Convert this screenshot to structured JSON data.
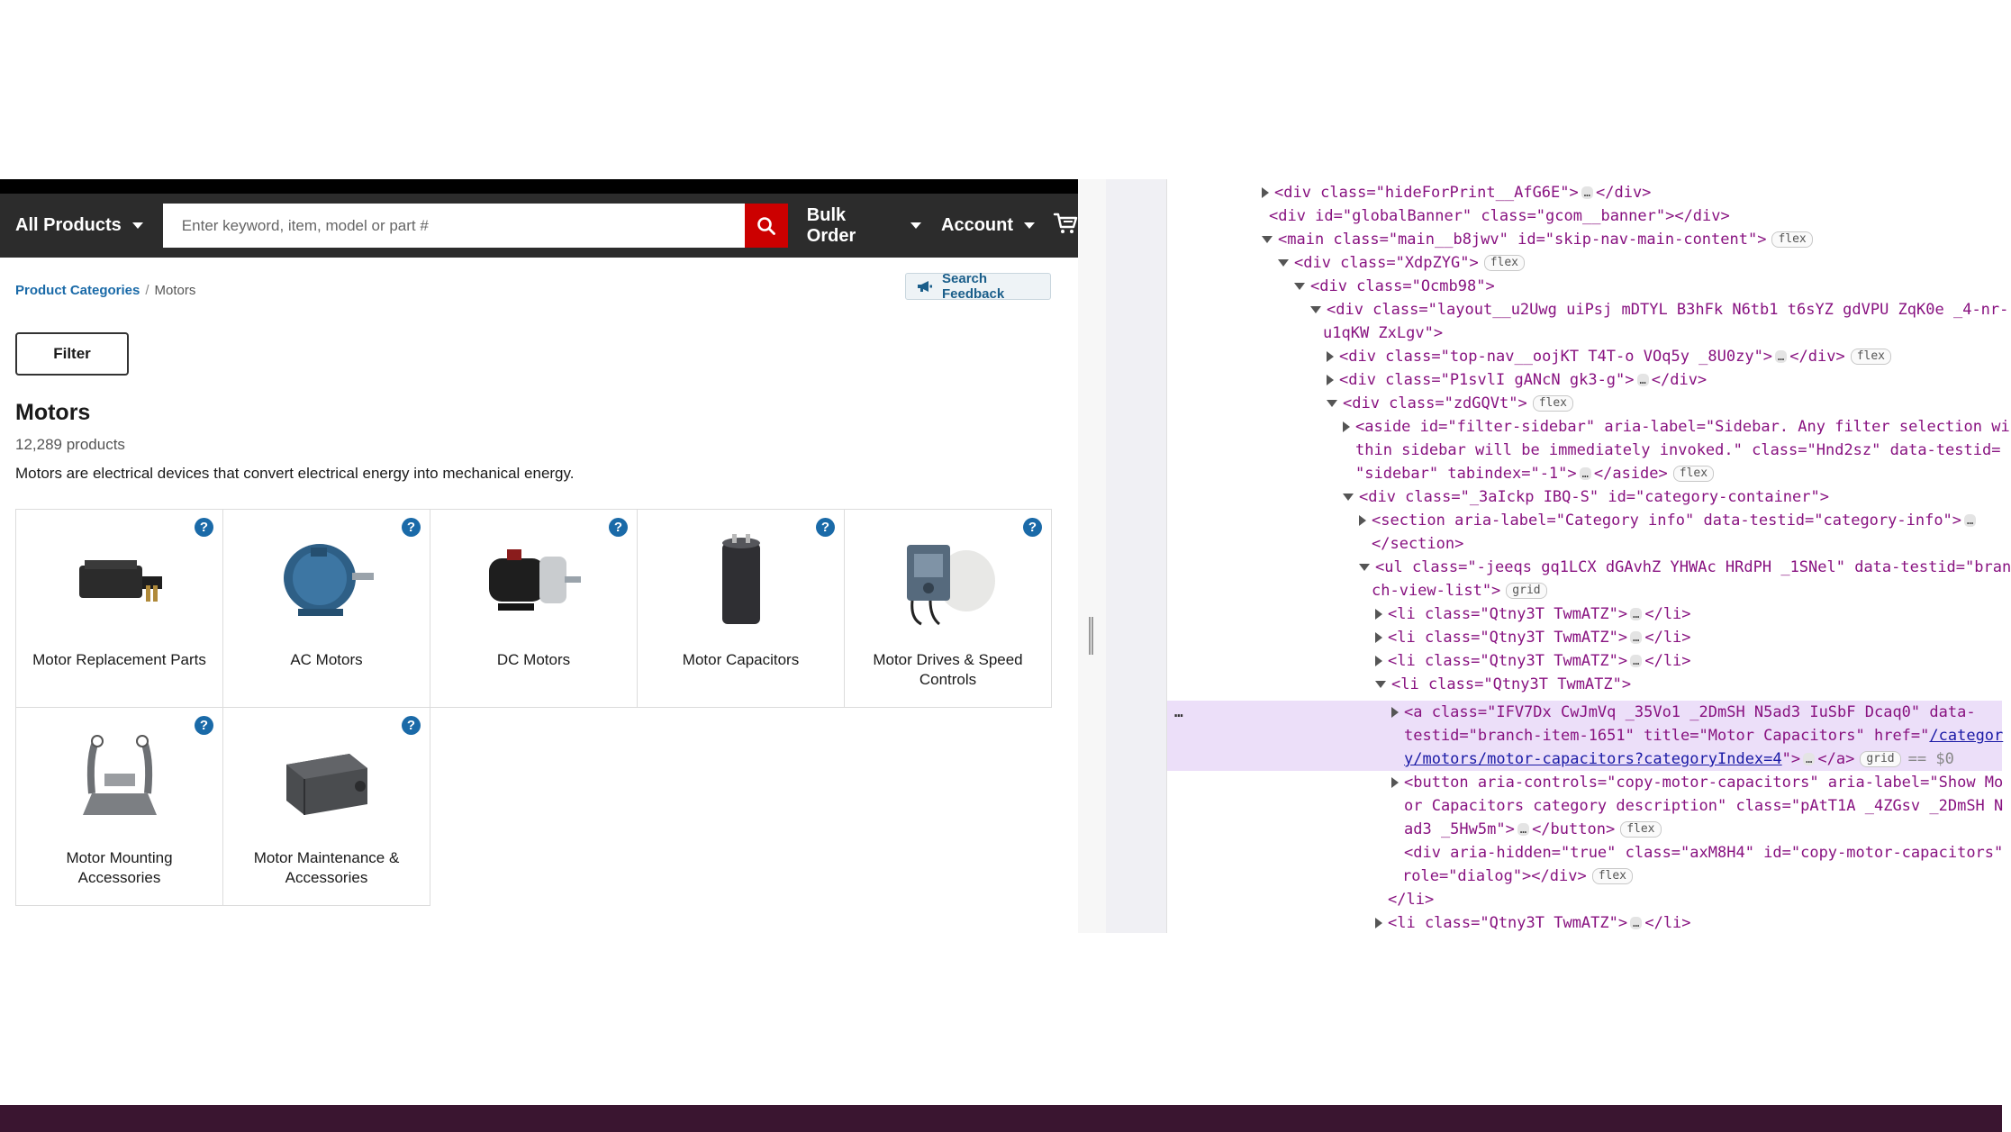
{
  "header": {
    "all_products": "All Products",
    "search_placeholder": "Enter keyword, item, model or part #",
    "bulk_order": "Bulk Order",
    "account": "Account"
  },
  "breadcrumb": {
    "parent": "Product Categories",
    "separator": "/",
    "current": "Motors"
  },
  "feedback_label": "Search Feedback",
  "filter_label": "Filter",
  "category": {
    "title": "Motors",
    "count": "12,289 products",
    "description": "Motors are electrical devices that convert electrical energy into mechanical energy."
  },
  "tiles": [
    {
      "label": "Motor Replacement Parts",
      "help": "?"
    },
    {
      "label": "AC Motors",
      "help": "?"
    },
    {
      "label": "DC Motors",
      "help": "?"
    },
    {
      "label": "Motor Capacitors",
      "help": "?"
    },
    {
      "label": "Motor Drives & Speed Controls",
      "help": "?"
    },
    {
      "label": "Motor Mounting Accessories",
      "help": "?"
    },
    {
      "label": "Motor Maintenance & Accessories",
      "help": "?"
    }
  ],
  "devtools": {
    "ellipsis": "…",
    "selected_marker": "== $0",
    "lines": [
      {
        "l1": "<div class=\"hideForPrint__AfG6E\">",
        "l2": "</div>"
      },
      {
        "l1": "<div id=\"globalBanner\" class=\"gcom__banner\"></div>"
      },
      {
        "l1": "<main class=\"main__b8jwv\" id=\"skip-nav-main-content\">",
        "badge": "flex"
      },
      {
        "l1": "<div class=\"XdpZYG\">",
        "badge": "flex"
      },
      {
        "l1": "<div class=\"Ocmb98\">"
      },
      {
        "l1": "<div class=\"layout__u2Uwg uiPsj mDTYL B3hFk N6tb1 t6sYZ gdVPU ZqK0e _4-nr-",
        "l2": "u1qKW ZxLgv\">"
      },
      {
        "l1": "<div class=\"top-nav__oojKT T4T-o VOq5y _8U0zy\">",
        "l2": "</div>",
        "badge": "flex"
      },
      {
        "l1": "<div class=\"P1svlI gANcN gk3-g\">",
        "l2": "</div>"
      },
      {
        "l1": "<div class=\"zdGQVt\">",
        "badge": "flex"
      },
      {
        "l1": "<aside id=\"filter-sidebar\" aria-label=\"Sidebar. Any filter selection wi",
        "l2": "thin sidebar will be immediately invoked.\" class=\"Hnd2sz\" data-testid=",
        "l3": "\"sidebar\" tabindex=\"-1\">",
        "l4": "</aside>",
        "badge": "flex"
      },
      {
        "l1": "<div class=\"_3aIckp IBQ-S\" id=\"category-container\">"
      },
      {
        "l1": "<section aria-label=\"Category info\" data-testid=\"category-info\">",
        "l2": "</section>"
      },
      {
        "l1": "<ul class=\"-jeeqs gq1LCX dGAvhZ YHWAc HRdPH _1SNel\" data-testid=\"bran",
        "l2": "ch-view-list\">",
        "badge": "grid"
      },
      {
        "l1": "<li class=\"Qtny3T TwmATZ\">",
        "l2": "</li>"
      },
      {
        "l1": "<li class=\"Qtny3T TwmATZ\">",
        "l2": "</li>"
      },
      {
        "l1": "<li class=\"Qtny3T TwmATZ\">",
        "l2": "</li>"
      },
      {
        "l1": "<li class=\"Qtny3T TwmATZ\">"
      },
      {
        "l1": "<a class=\"IFV7Dx CwJmVq _35Vo1 _2DmSH N5ad3 IuSbF Dcaq0\" data-",
        "l2": "testid=\"branch-item-1651\" title=\"Motor Capacitors\" href=\"",
        "link1": "/categor",
        "link2": "y/motors/motor-capacitors?categoryIndex=4",
        "l3": "\">",
        "l4": "</a>",
        "badge": "grid"
      },
      {
        "l1": "<button aria-controls=\"copy-motor-capacitors\" aria-label=\"Show Mo",
        "l2": "or Capacitors category description\" class=\"pAtT1A _4ZGsv _2DmSH N",
        "l3": "ad3 _5Hw5m\">",
        "l4": "</button>",
        "badge": "flex"
      },
      {
        "l1": "<div aria-hidden=\"true\" class=\"axM8H4\" id=\"copy-motor-capacitors\"",
        "l2": "role=\"dialog\"></div>",
        "badge": "flex"
      },
      {
        "l1": "</li>"
      },
      {
        "l1": "<li class=\"Qtny3T TwmATZ\">",
        "l2": "</li>"
      }
    ]
  }
}
